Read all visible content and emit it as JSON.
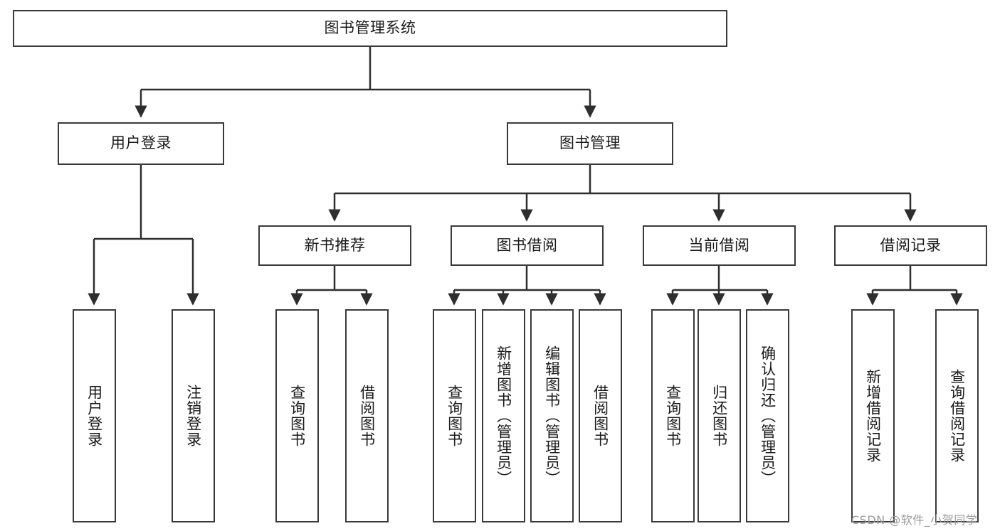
{
  "diagram": {
    "title": "图书管理系统",
    "type": "tree-hierarchy",
    "root": {
      "label": "图书管理系统"
    },
    "level2": [
      {
        "label": "用户登录"
      },
      {
        "label": "图书管理"
      }
    ],
    "level3": [
      {
        "label": "新书推荐"
      },
      {
        "label": "图书借阅"
      },
      {
        "label": "当前借阅"
      },
      {
        "label": "借阅记录"
      }
    ],
    "leaves_user_login": [
      {
        "label": "用户登录"
      },
      {
        "label": "注销登录"
      }
    ],
    "leaves_new_book": [
      {
        "label": "查询图书"
      },
      {
        "label": "借阅图书"
      }
    ],
    "leaves_borrow": [
      {
        "label": "查询图书"
      },
      {
        "label": "新增图书（管理员）"
      },
      {
        "label": "编辑图书（管理员）"
      },
      {
        "label": "借阅图书"
      }
    ],
    "leaves_current": [
      {
        "label": "查询图书"
      },
      {
        "label": "归还图书"
      },
      {
        "label": "确认归还（管理员）"
      }
    ],
    "leaves_records": [
      {
        "label": "新增借阅记录"
      },
      {
        "label": "查询借阅记录"
      }
    ],
    "colors": {
      "stroke": "#3a3a3a",
      "fill": "#ffffff",
      "text": "#1a1a1a",
      "watermark": "#9a9a9a"
    }
  },
  "watermark": {
    "text": "CSDN @软件_小贺同学"
  }
}
